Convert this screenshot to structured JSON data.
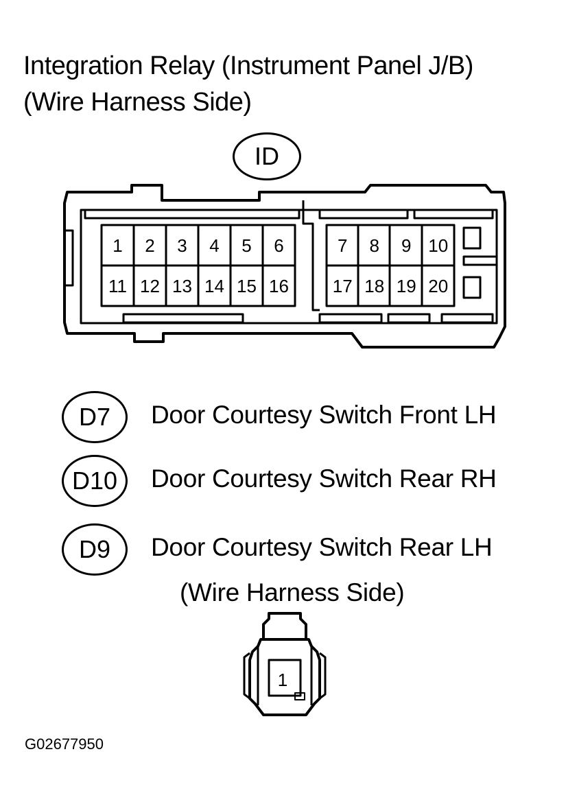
{
  "title": {
    "line1": "Integration Relay (Instrument Panel J/B)",
    "line2": "(Wire Harness Side)"
  },
  "connector_id": "ID",
  "pins_top_left": [
    "1",
    "2",
    "3",
    "4",
    "5",
    "6"
  ],
  "pins_bottom_left": [
    "11",
    "12",
    "13",
    "14",
    "15",
    "16"
  ],
  "pins_top_right": [
    "7",
    "8",
    "9",
    "10"
  ],
  "pins_bottom_right": [
    "17",
    "18",
    "19",
    "20"
  ],
  "legend": [
    {
      "code": "D7",
      "label": "Door Courtesy Switch Front LH"
    },
    {
      "code": "D10",
      "label": "Door Courtesy Switch Rear RH"
    },
    {
      "code": "D9",
      "label": "Door Courtesy Switch Rear LH"
    }
  ],
  "harness_note": "(Wire Harness Side)",
  "small_connector_pin": "1",
  "figure_code": "G02677950"
}
